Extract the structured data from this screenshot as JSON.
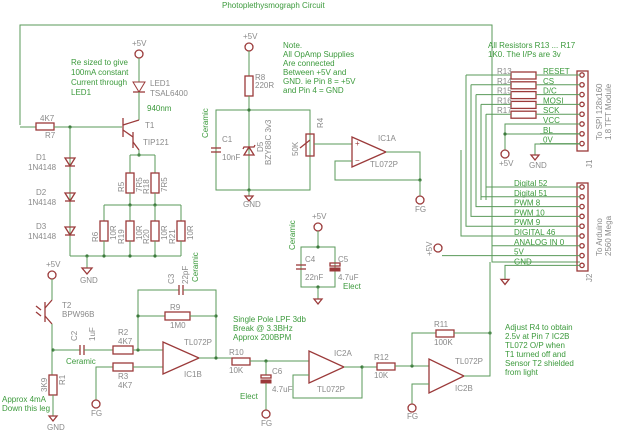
{
  "title": "Photoplethysmograph Circuit",
  "colors": {
    "wire": "#5a9a5a",
    "component": "#9b3a3a",
    "label": "#8a8a8a",
    "note": "#3c9a3c"
  },
  "notes": {
    "led_resistor": [
      "Re sized to give",
      "100mA constant",
      "Current through",
      "LED1"
    ],
    "opamp_supply": [
      "Note.",
      "All OpAmp Supplies",
      "Are connected",
      "Between +5V and",
      "GND. ie Pin 8 = +5V",
      "and Pin 4 = GND"
    ],
    "resistors": [
      "All Resistors R13 ... R17",
      "1K0. The I/Ps are 3v"
    ],
    "lpf": [
      "Single Pole LPF 3db",
      "Break @ 3.3BHz",
      "Approx 200BPM"
    ],
    "adjust": [
      "Adjust R4 to obtain",
      "2.5v at Pin 7 IC2B",
      "TL072 O/P when",
      "T1 turned off and",
      "Sensor T2 shielded",
      "from light"
    ],
    "current": [
      "Approx 4mA",
      "Down this leg"
    ],
    "wavelength": "940nm",
    "ceramic": "Ceramic",
    "elect": "Elect"
  },
  "power": {
    "vcc": "+5V",
    "gnd": "GND",
    "fg": "FG"
  },
  "components": {
    "r7": {
      "name": "R7",
      "value": "4K7"
    },
    "led1": {
      "name": "LED1",
      "value": "TSAL6400"
    },
    "t1": {
      "name": "T1",
      "value": "TIP121"
    },
    "d1": {
      "name": "D1",
      "value": "1N4148"
    },
    "d2": {
      "name": "D2",
      "value": "1N4148"
    },
    "d3": {
      "name": "D3",
      "value": "1N4148"
    },
    "r5": {
      "name": "R5",
      "value": "7R5"
    },
    "r18": {
      "name": "R18",
      "value": "7R5"
    },
    "r6": {
      "name": "R6",
      "value": "10R"
    },
    "r19": {
      "name": "R19",
      "value": "10R"
    },
    "r20": {
      "name": "R20",
      "value": "10R"
    },
    "r21": {
      "name": "R21",
      "value": "10R"
    },
    "r8": {
      "name": "R8",
      "value": "220R"
    },
    "c1": {
      "name": "C1",
      "value": "10nF"
    },
    "d5": {
      "name": "D5",
      "value": "BZY88C 3v3"
    },
    "r4": {
      "name": "R4",
      "value": "50K"
    },
    "ic1a": {
      "name": "IC1A",
      "value": "TL072P"
    },
    "c4": {
      "name": "C4",
      "value": "22nF"
    },
    "c5": {
      "name": "C5",
      "value": "4.7uF"
    },
    "t2": {
      "name": "T2",
      "value": "BPW96B"
    },
    "r1": {
      "name": "R1",
      "value": "3K9"
    },
    "c2": {
      "name": "C2",
      "value": "1uF"
    },
    "r2": {
      "name": "R2",
      "value": "4K7"
    },
    "r3": {
      "name": "R3",
      "value": "4K7"
    },
    "c3": {
      "name": "C3",
      "value": "22pF"
    },
    "r9": {
      "name": "R9",
      "value": "1M0"
    },
    "ic1b": {
      "name": "IC1B",
      "value": "TL072P"
    },
    "r10": {
      "name": "R10",
      "value": "10K"
    },
    "c6": {
      "name": "C6",
      "value": "4.7uF"
    },
    "ic2a": {
      "name": "IC2A",
      "value": "TL072P"
    },
    "r12": {
      "name": "R12",
      "value": "10K"
    },
    "r11": {
      "name": "R11",
      "value": "100K"
    },
    "ic2b": {
      "name": "IC2B",
      "value": "TL072P"
    }
  },
  "j1": {
    "name": "J1",
    "label": [
      "To SPI 128x160",
      "1.8 TFT Module"
    ],
    "resistors": [
      "R13",
      "R14",
      "R15",
      "R16",
      "R17"
    ],
    "pins": [
      "RESET",
      "CS",
      "D/C",
      "MOSI",
      "SCK",
      "VCC",
      "BL",
      "0V"
    ]
  },
  "j2": {
    "name": "J2",
    "label": [
      "To Arduino",
      "2560 Mega"
    ],
    "pins": [
      "Digital 52",
      "Digital 51",
      "PWM 8",
      "PWM 10",
      "PWM 9",
      "DIGITAL 46",
      "ANALOG IN 0",
      "5V",
      "GND"
    ]
  }
}
